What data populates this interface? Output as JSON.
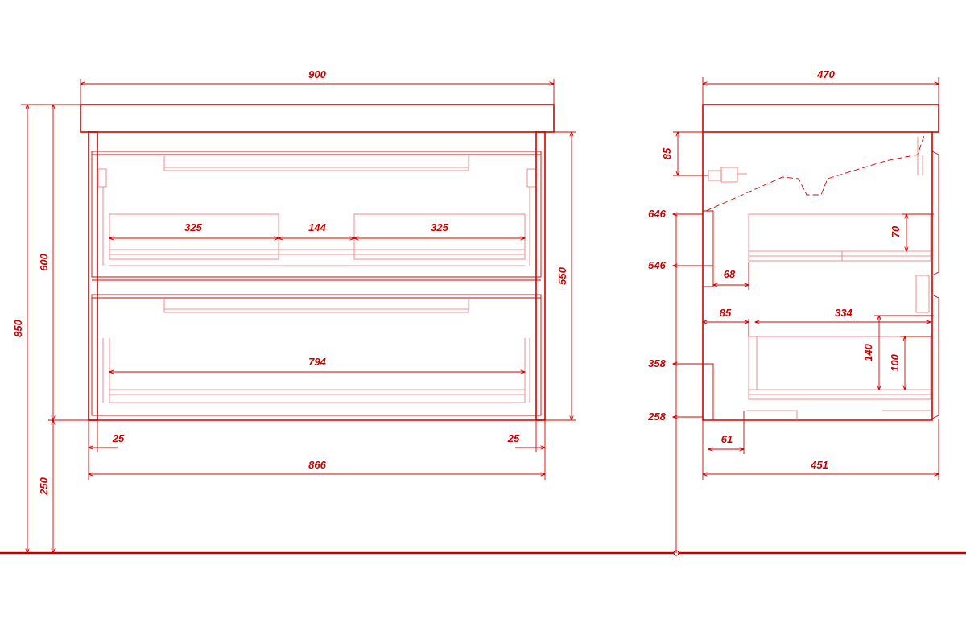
{
  "colors": {
    "line": "#d40000",
    "text": "#c80000",
    "background": "#ffffff"
  },
  "front_view": {
    "overall_width": "900",
    "body_width": "866",
    "inner_width": "794",
    "drawer_left": "325",
    "drawer_gap": "144",
    "drawer_right": "325",
    "overall_height": "850",
    "cabinet_height": "600",
    "body_height": "550",
    "floor_clearance": "250",
    "side_offset_left": "25",
    "side_offset_right": "25"
  },
  "side_view": {
    "overall_depth": "470",
    "body_depth": "451",
    "top_height": "85",
    "level_646": "646",
    "level_546": "546",
    "level_358": "358",
    "level_258": "258",
    "drawer_inset_top": "68",
    "drawer_inset_bottom": "85",
    "drawer_depth": "334",
    "upper_drawer_height": "70",
    "lower_drawer_outer_height": "140",
    "lower_drawer_inner_height": "100",
    "foot_depth": "61"
  }
}
